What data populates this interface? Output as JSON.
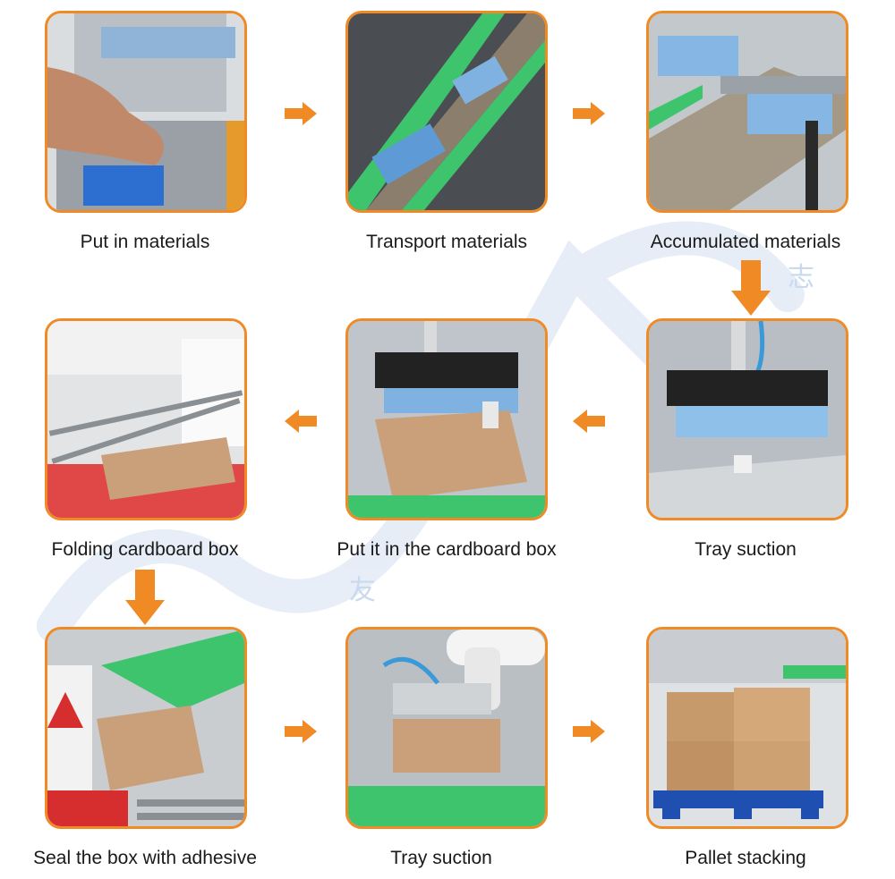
{
  "accent_color": "#f08a24",
  "watermark_glyphs": [
    "志",
    "友"
  ],
  "steps": [
    {
      "label": "Put in materials",
      "icon": "hand-loading-box-icon"
    },
    {
      "label": "Transport materials",
      "icon": "conveyor-belt-icon"
    },
    {
      "label": "Accumulated materials",
      "icon": "accumulation-station-icon"
    },
    {
      "label": "Tray suction",
      "icon": "suction-tray-icon"
    },
    {
      "label": "Put it in the cardboard box",
      "icon": "boxing-icon"
    },
    {
      "label": "Folding cardboard box",
      "icon": "box-folding-icon"
    },
    {
      "label": "Seal the box with adhesive",
      "icon": "box-sealer-icon"
    },
    {
      "label": "Tray suction",
      "icon": "robot-arm-suction-icon"
    },
    {
      "label": "Pallet stacking",
      "icon": "pallet-stack-icon"
    }
  ]
}
